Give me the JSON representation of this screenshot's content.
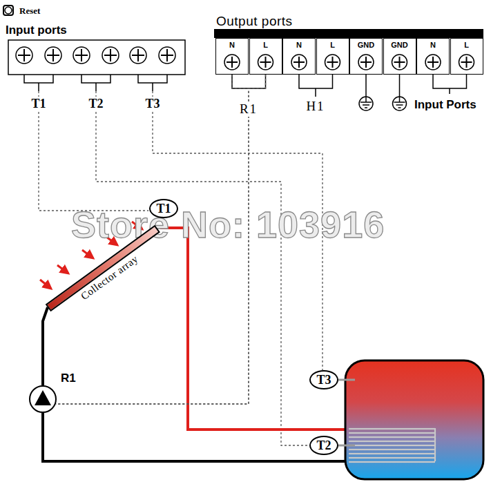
{
  "diagram": {
    "nodes": [
      {
        "text": [
          "Reset"
        ]
      },
      {
        "text": [
          "N"
        ]
      },
      {
        "text": [
          "L"
        ]
      },
      {
        "text": [
          "N"
        ]
      },
      {
        "text": [
          "L"
        ]
      },
      {
        "text": [
          "GND"
        ]
      },
      {
        "text": [
          "GND"
        ]
      },
      {
        "text": [
          "N"
        ]
      },
      {
        "text": [
          "L"
        ]
      },
      {
        "text": [
          "T1"
        ]
      },
      {
        "text": [
          "Collector array"
        ]
      },
      {
        "text": [
          "R1"
        ]
      },
      {
        "text": [
          "T3"
        ]
      },
      {
        "text": [
          "T2"
        ]
      }
    ],
    "edges": [
      {
        "from": 1,
        "to": 11,
        "label": "R1",
        "arrow": "none"
      },
      {
        "from": 2,
        "to": 11,
        "arrow": "none"
      },
      {
        "from": 10,
        "to": 11,
        "arrow": "none"
      }
    ],
    "labels": [
      "Input ports",
      "Output ports",
      "T1",
      "T2",
      "T3",
      "H1",
      "Input Ports",
      "Store No: 103916"
    ]
  }
}
